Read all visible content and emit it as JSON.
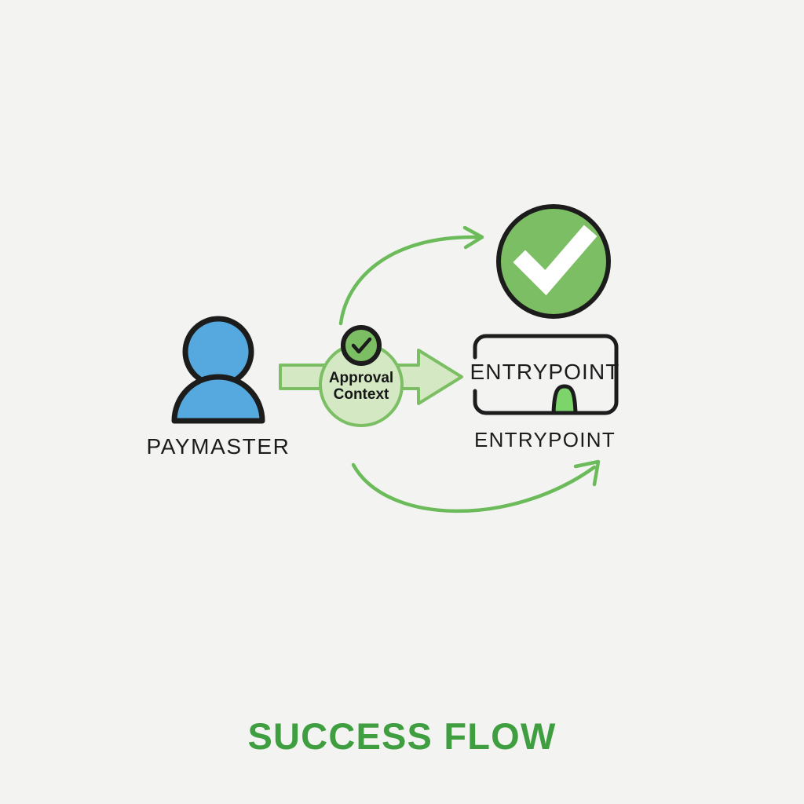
{
  "diagram": {
    "title": "SUCCESS FLOW",
    "background_color": "#f3f4f2",
    "nodes": {
      "paymaster": {
        "label": "PAYMASTER",
        "icon": "person-icon",
        "fill_color": "#56a9de",
        "stroke_color": "#1c1c1c"
      },
      "approval_context": {
        "line1": "Approval",
        "line2": "Context",
        "fill_color": "#d4e8c4",
        "stroke_color": "#7cbe63",
        "badge_icon": "check-badge-icon",
        "badge_fill": "#7cbe63",
        "badge_stroke": "#1c1c1c"
      },
      "success_check": {
        "icon": "check-circle-icon",
        "fill_color": "#7cbe63",
        "stroke_color": "#1c1c1c",
        "check_color": "#ffffff"
      },
      "entrypoint_box": {
        "label": "ENTRYPOINT",
        "sub_label": "ENTRYPOINT",
        "stroke_color": "#1c1c1c",
        "notch_color": "#7cd46a"
      }
    },
    "connectors": {
      "block_arrow": {
        "name": "paymaster-to-entrypoint-arrow",
        "fill_color": "#d4e8c4",
        "stroke_color": "#7cbe63"
      },
      "top_curve": {
        "name": "approval-to-success-arrow",
        "stroke_color": "#6cbb5a"
      },
      "bottom_curve": {
        "name": "approval-to-entrypoint-arrow",
        "stroke_color": "#6cbb5a"
      }
    },
    "accent_colors": {
      "green": "#7cbe63",
      "light_green": "#d4e8c4",
      "title_green": "#3f9e3f",
      "blue": "#56a9de",
      "ink": "#1c1c1c"
    }
  }
}
